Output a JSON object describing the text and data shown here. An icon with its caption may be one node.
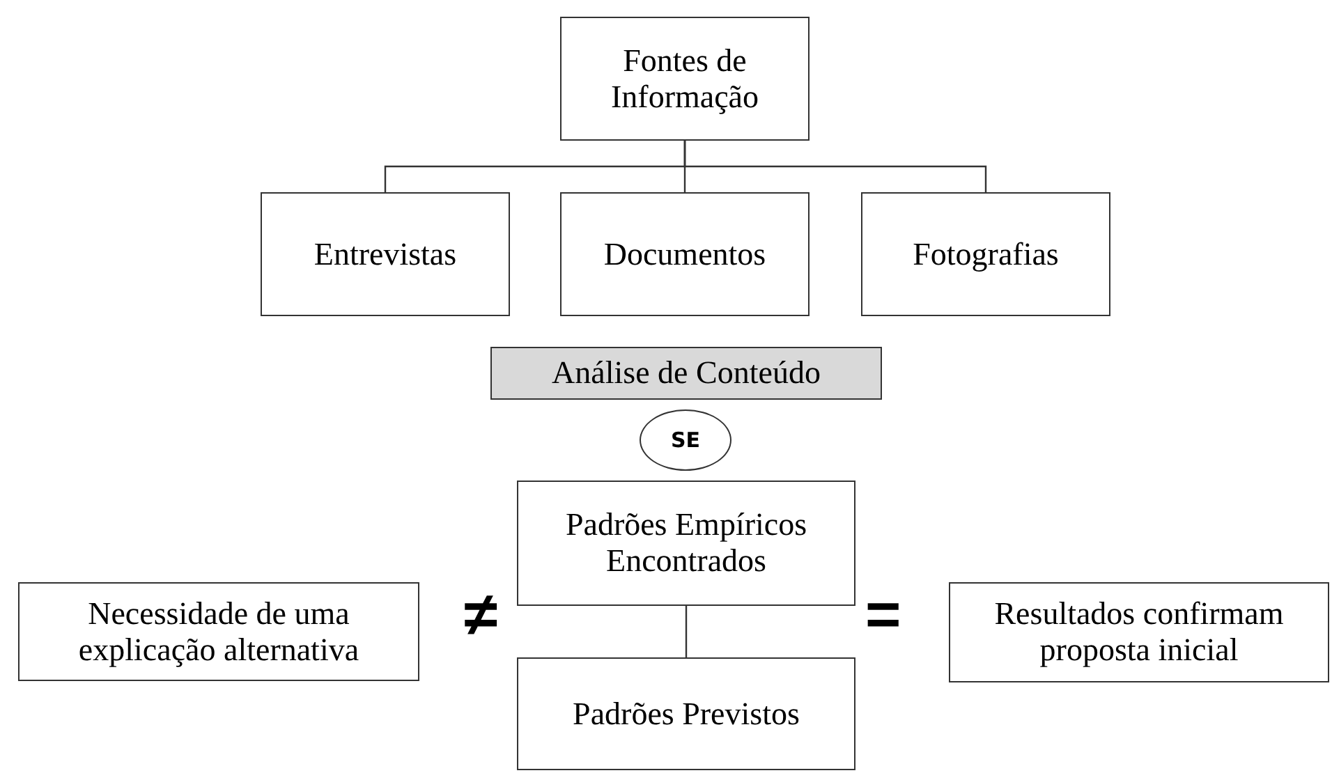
{
  "diagram": {
    "nodes": [
      {
        "text": [
          "Fontes de Informação"
        ]
      },
      {
        "text": [
          "Entrevistas"
        ]
      },
      {
        "text": [
          "Documentos"
        ]
      },
      {
        "text": [
          "Fotografias"
        ]
      },
      {
        "text": [
          "Análise de Conteúdo"
        ]
      },
      {
        "text": [
          "SE"
        ]
      },
      {
        "text": [
          "Padrões Empíricos Encontrados"
        ]
      },
      {
        "text": [
          "Necessidade de uma explicação alternativa"
        ]
      },
      {
        "text": [
          "Resultados confirmam proposta inicial"
        ]
      },
      {
        "text": [
          "Padrões Previstos"
        ]
      }
    ],
    "edges": [
      {
        "from": 0,
        "to": 1,
        "arrow": "none"
      },
      {
        "from": 0,
        "to": 2,
        "arrow": "none"
      },
      {
        "from": 0,
        "to": 3,
        "arrow": "none"
      },
      {
        "from": 6,
        "to": 9,
        "arrow": "none"
      }
    ],
    "labels": [
      "≠",
      "="
    ]
  }
}
